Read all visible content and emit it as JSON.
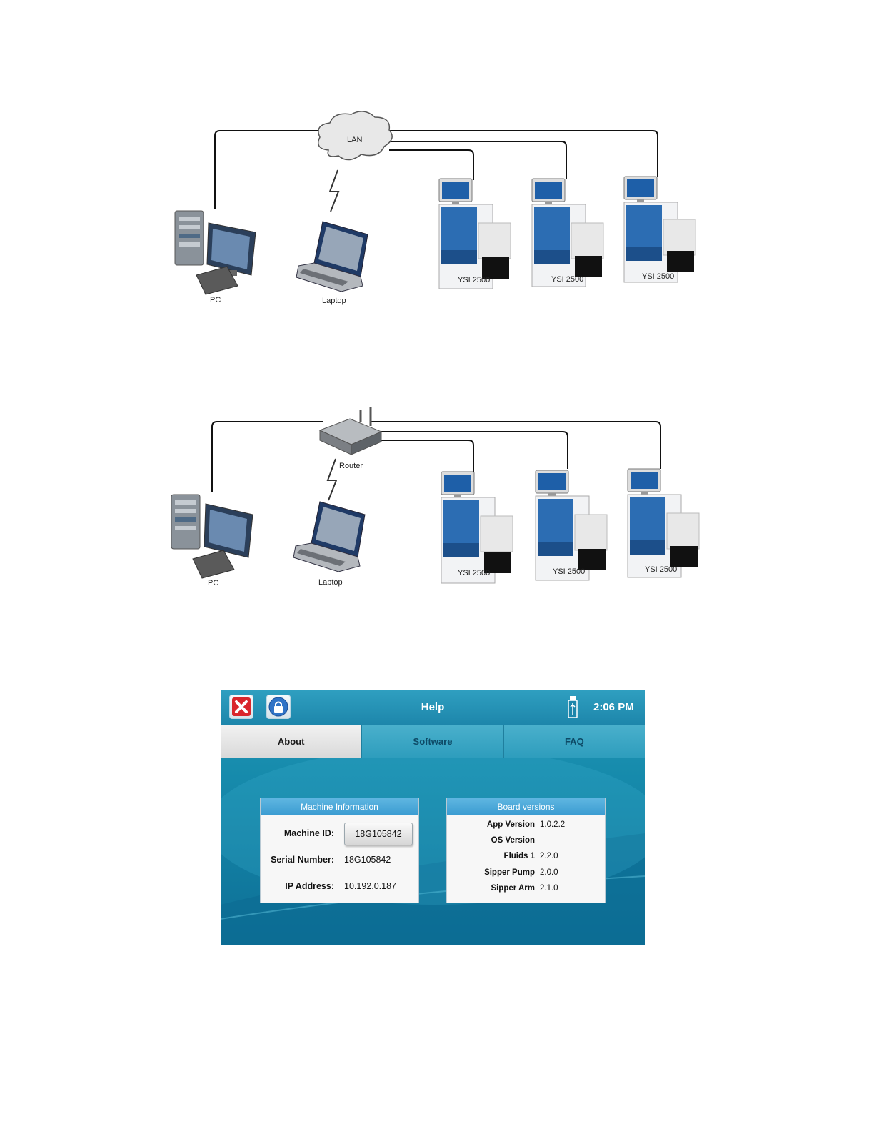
{
  "diagram_lan": {
    "hub_label": "LAN",
    "pc_label": "PC",
    "laptop_label": "Laptop",
    "instrument_labels": [
      "YSI 2500",
      "YSI 2500",
      "YSI 2500"
    ]
  },
  "diagram_router": {
    "hub_label": "Router",
    "pc_label": "PC",
    "laptop_label": "Laptop",
    "instrument_labels": [
      "YSI 2500",
      "YSI 2500",
      "YSI 2500"
    ]
  },
  "help": {
    "title": "Help",
    "time": "2:06 PM",
    "tabs": [
      {
        "label": "About",
        "active": true
      },
      {
        "label": "Software",
        "active": false
      },
      {
        "label": "FAQ",
        "active": false
      }
    ],
    "machine_info": {
      "header": "Machine Information",
      "machine_id_label": "Machine ID:",
      "machine_id_value": "18G105842",
      "serial_label": "Serial Number:",
      "serial_value": "18G105842",
      "ip_label": "IP Address:",
      "ip_value": "10.192.0.187"
    },
    "board_versions": {
      "header": "Board versions",
      "rows": [
        {
          "label": "App Version",
          "value": "1.0.2.2"
        },
        {
          "label": "OS Version",
          "value": ""
        },
        {
          "label": "Fluids 1",
          "value": "2.2.0"
        },
        {
          "label": "Sipper Pump",
          "value": "2.0.0"
        },
        {
          "label": "Sipper Arm",
          "value": "2.1.0"
        }
      ]
    },
    "colors": {
      "accent": "#1d86ab",
      "panel_header": "#3a9bd1",
      "close_red": "#d9262c",
      "lock_blue": "#2f73c6"
    }
  }
}
